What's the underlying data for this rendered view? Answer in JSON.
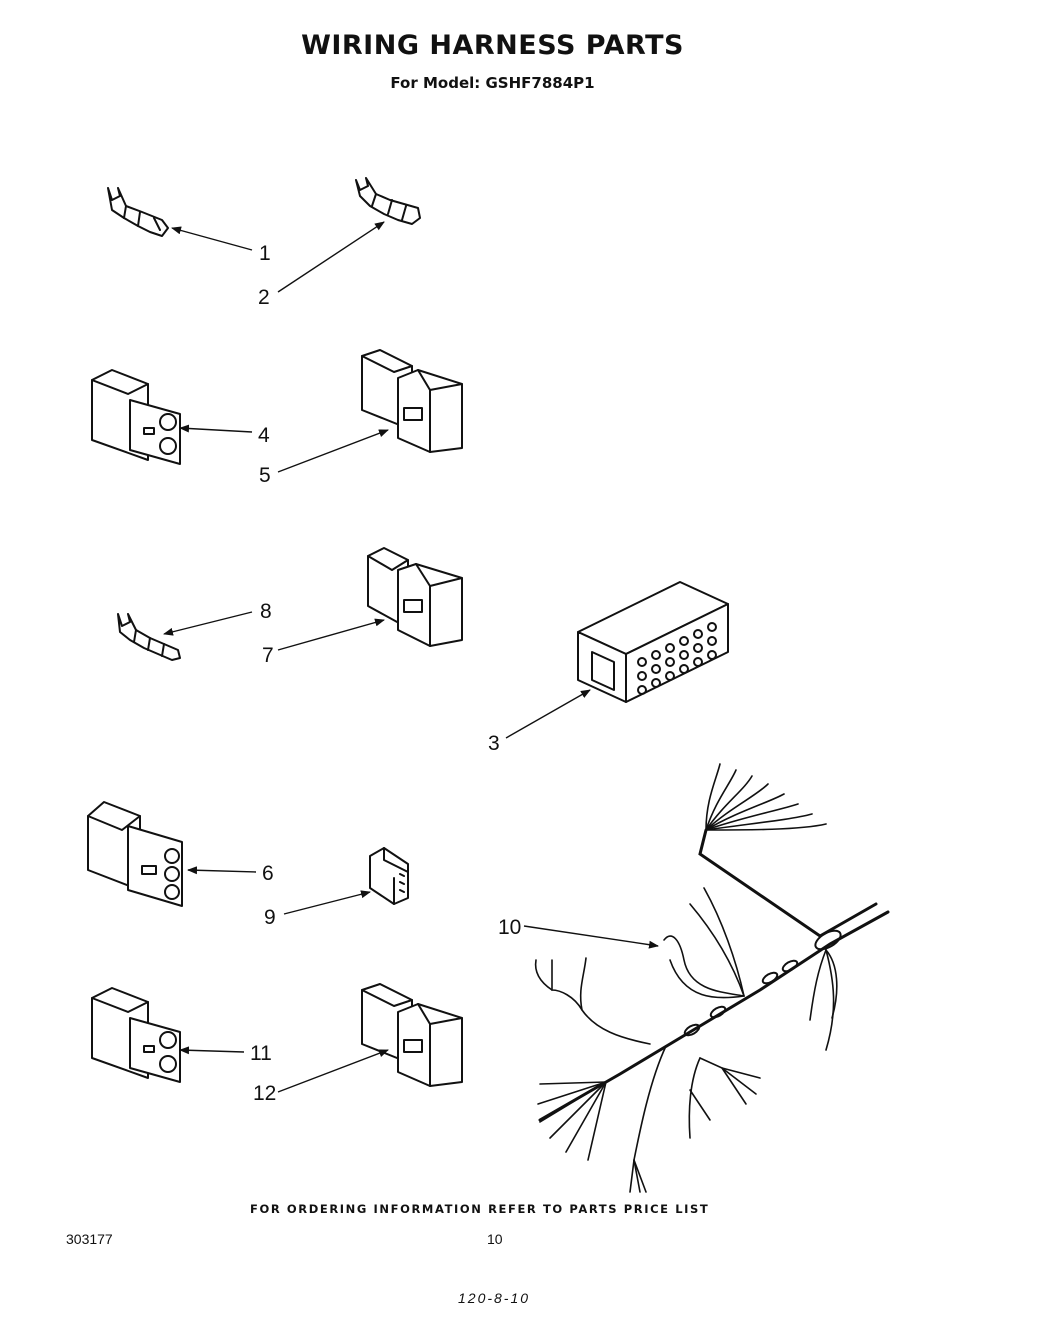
{
  "header": {
    "title": "WIRING HARNESS PARTS",
    "subtitle": "For Model: GSHF7884P1"
  },
  "callouts": {
    "c1": "1",
    "c2": "2",
    "c3": "3",
    "c4": "4",
    "c5": "5",
    "c6": "6",
    "c7": "7",
    "c8": "8",
    "c9": "9",
    "c10": "10",
    "c11": "11",
    "c12": "12"
  },
  "footer": {
    "note": "FOR ORDERING INFORMATION REFER TO PARTS PRICE LIST",
    "doc_number": "303177",
    "page_number": "10",
    "handwritten": "120-8-10"
  }
}
